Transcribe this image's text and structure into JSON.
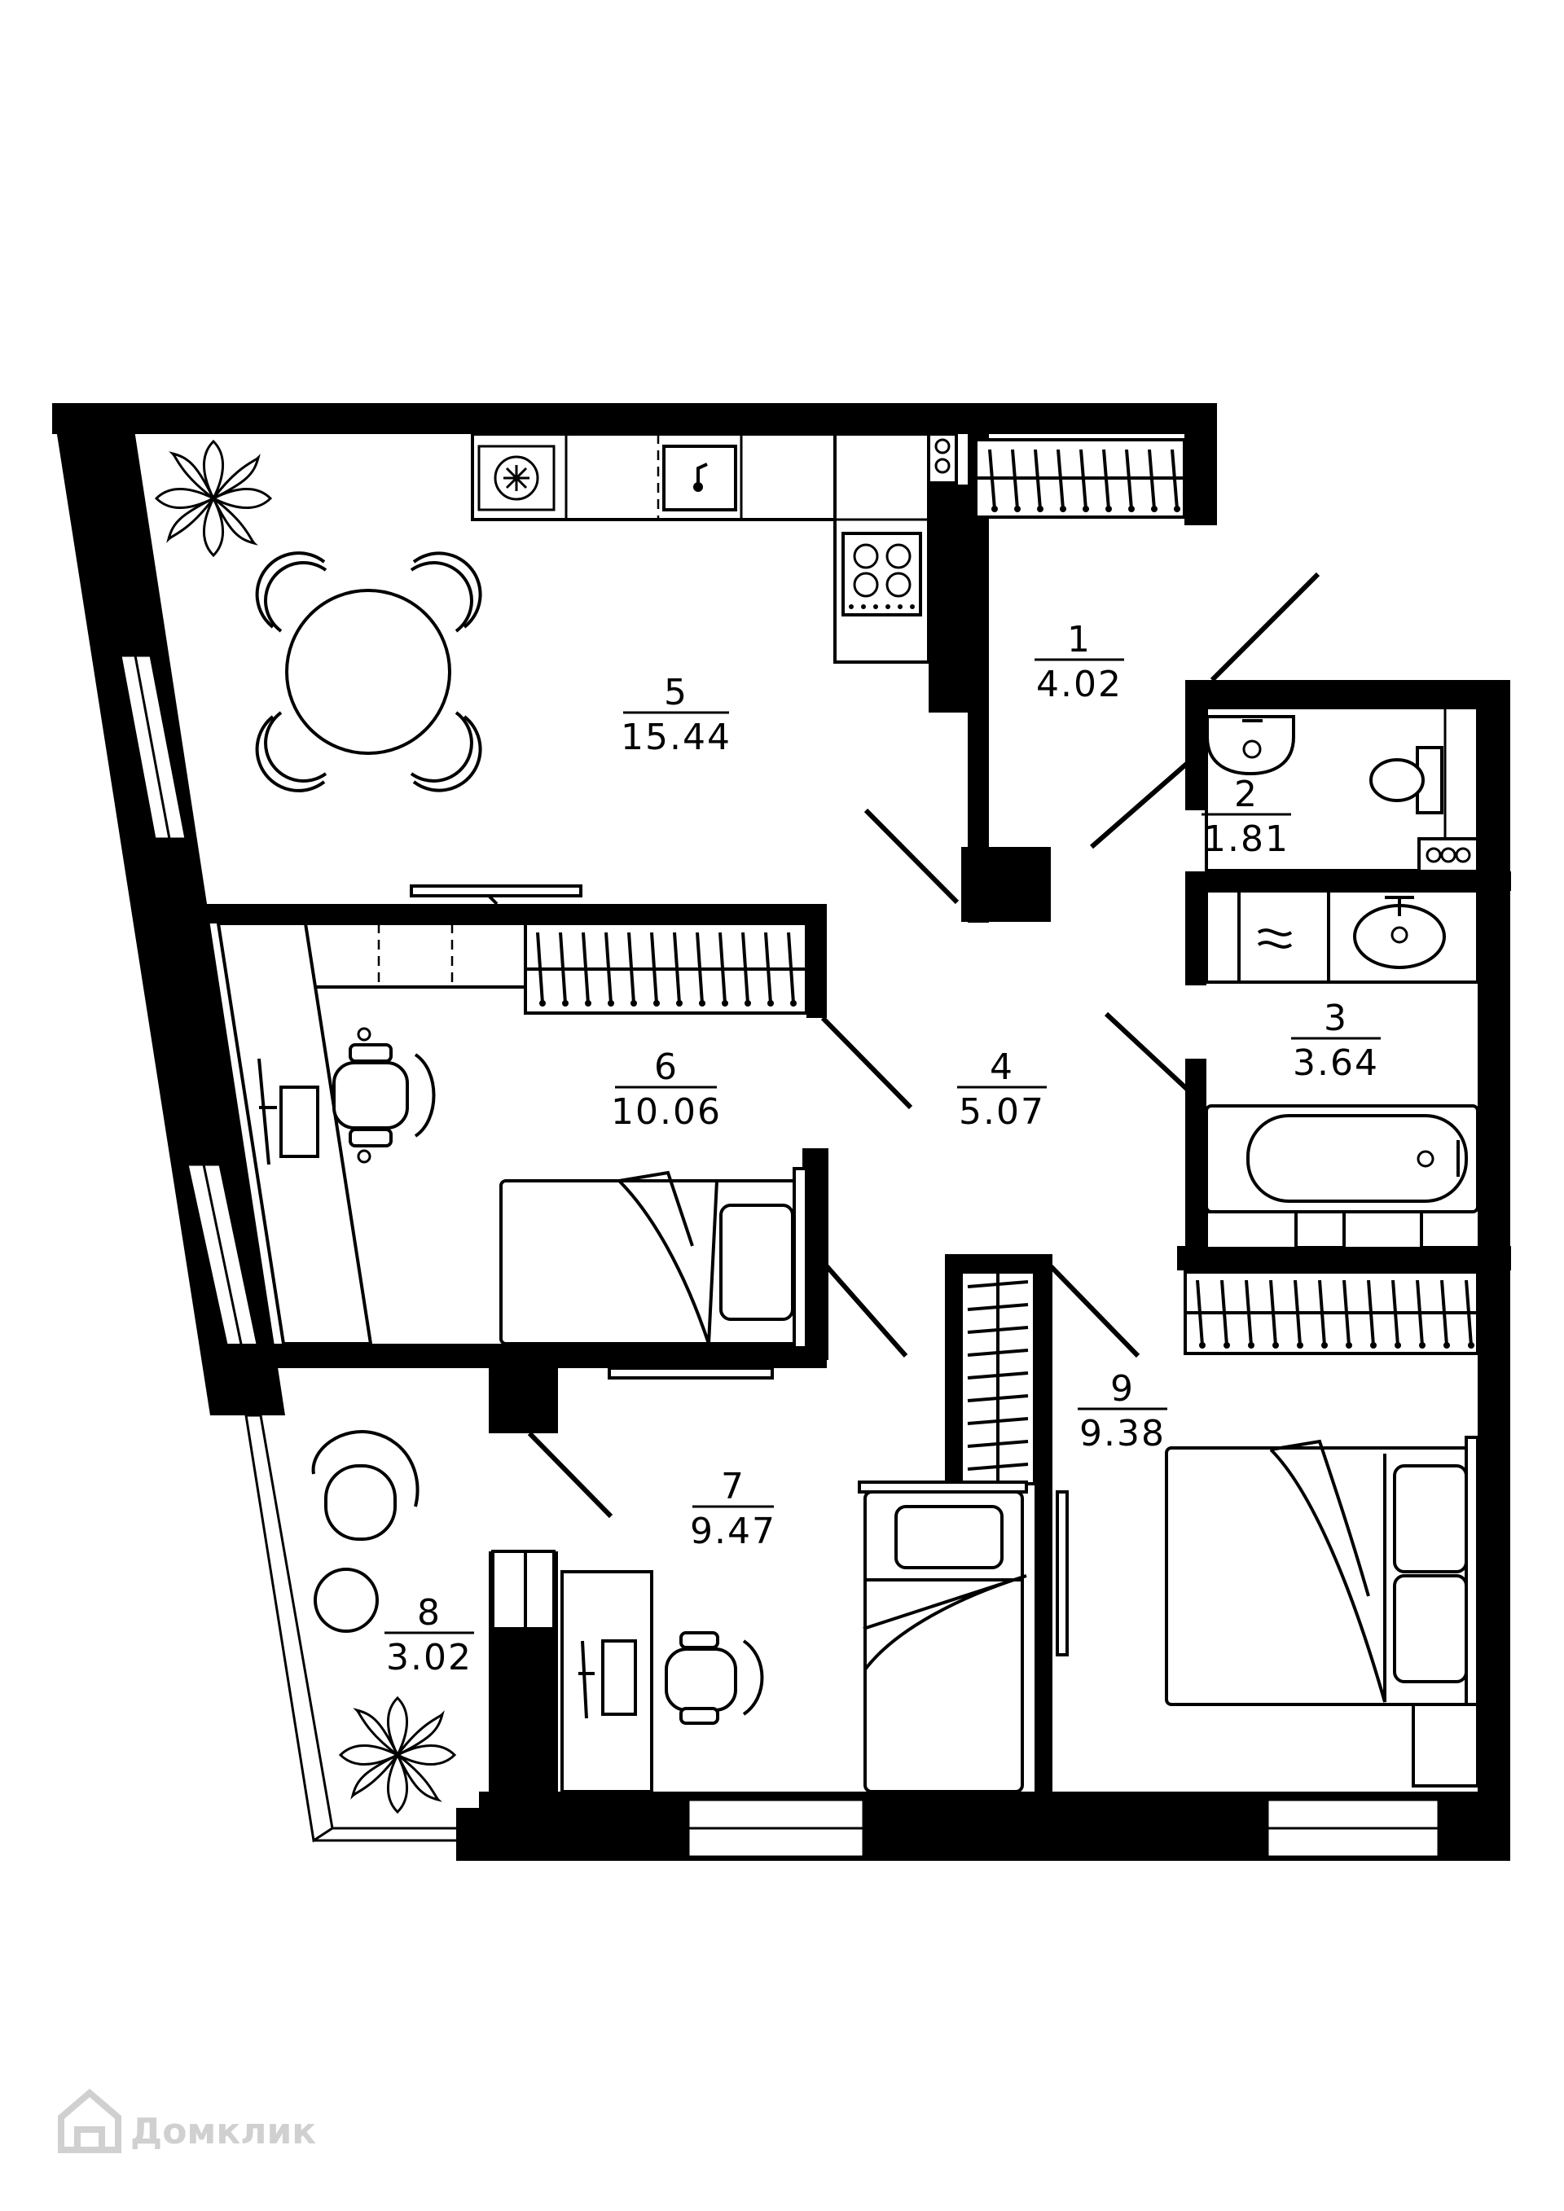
{
  "rooms": [
    {
      "id": "1",
      "area": "4.02"
    },
    {
      "id": "2",
      "area": "1.81"
    },
    {
      "id": "3",
      "area": "3.64"
    },
    {
      "id": "4",
      "area": "5.07"
    },
    {
      "id": "5",
      "area": "15.44"
    },
    {
      "id": "6",
      "area": "10.06"
    },
    {
      "id": "7",
      "area": "9.47"
    },
    {
      "id": "8",
      "area": "3.02"
    },
    {
      "id": "9",
      "area": "9.38"
    }
  ],
  "watermark": {
    "text": "Домклик",
    "icon": "house-logo-icon"
  },
  "colors": {
    "wall": "#000000",
    "background": "#ffffff",
    "watermark": "#d0d0d0"
  }
}
